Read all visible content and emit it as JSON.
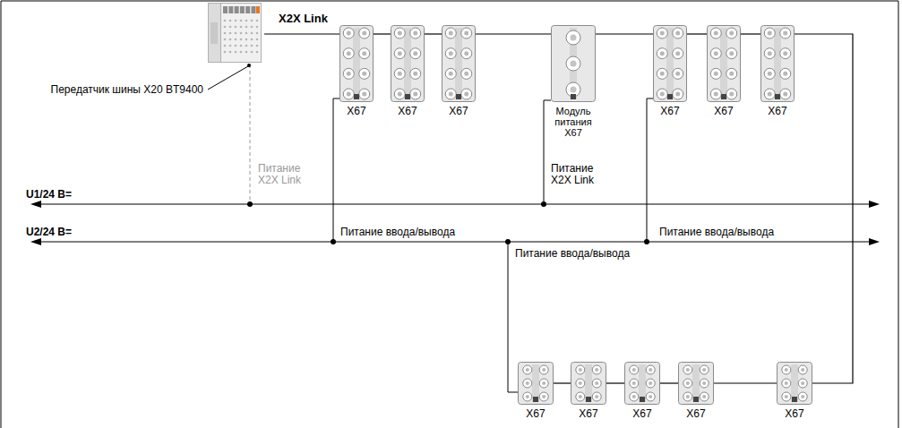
{
  "diagram": {
    "nodes": [
      {
        "text": [
          "Передатчик шины X20 BT9400"
        ]
      },
      {
        "text": [
          "X67"
        ]
      },
      {
        "text": [
          "X67"
        ]
      },
      {
        "text": [
          "X67"
        ]
      },
      {
        "text": [
          "Модуль питания X67"
        ]
      },
      {
        "text": [
          "X67"
        ]
      },
      {
        "text": [
          "X67"
        ]
      },
      {
        "text": [
          "X67"
        ]
      },
      {
        "text": [
          "X67"
        ]
      },
      {
        "text": [
          "X67"
        ]
      },
      {
        "text": [
          "X67"
        ]
      },
      {
        "text": [
          "X67"
        ]
      },
      {
        "text": [
          "X67"
        ]
      }
    ],
    "edges": [
      {
        "from": 0,
        "to": 1,
        "arrow": "none",
        "label": "X2X Link"
      },
      {
        "from": 1,
        "to": 2,
        "arrow": "none"
      },
      {
        "from": 2,
        "to": 3,
        "arrow": "none"
      },
      {
        "from": 3,
        "to": 4,
        "arrow": "none"
      },
      {
        "from": 4,
        "to": 5,
        "arrow": "none"
      },
      {
        "from": 5,
        "to": 6,
        "arrow": "none"
      },
      {
        "from": 6,
        "to": 7,
        "arrow": "none"
      },
      {
        "from": 7,
        "to": 12,
        "arrow": "none"
      },
      {
        "from": 12,
        "to": 11,
        "arrow": "none"
      },
      {
        "from": 11,
        "to": 10,
        "arrow": "none"
      },
      {
        "from": 10,
        "to": 9,
        "arrow": "none"
      },
      {
        "from": 9,
        "to": 8,
        "arrow": "none"
      }
    ],
    "labels": [
      "U1/24 В=",
      "U2/24 В=",
      "Питание X2X Link",
      "Питание X2X Link",
      "Питание ввода/вывода",
      "Питание ввода/вывода",
      "Питание ввода/вывода"
    ]
  }
}
